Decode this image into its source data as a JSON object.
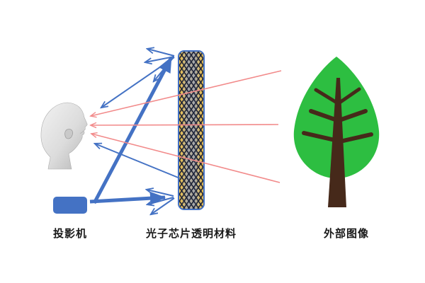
{
  "diagram": {
    "labels": {
      "projector": "投影机",
      "chip": "光子芯片透明材料",
      "external_image": "外部图像"
    },
    "colors": {
      "background": "#FFFFFF",
      "arrow_blue": "#4472C4",
      "ray_red": "#F28B8B",
      "projector_fill": "#4472C4",
      "panel_border": "#4472C4",
      "panel_yellow": "#EEC04A",
      "panel_dark": "#1A2035",
      "tree_green": "#2DBE41",
      "trunk_brown": "#46291A",
      "head_light": "#EFEFEF",
      "head_dark": "#B9B9B9"
    },
    "rays": {
      "blue_projector_rays": 2,
      "blue_scattered_rays": 8,
      "red_external_rays": 3
    }
  }
}
